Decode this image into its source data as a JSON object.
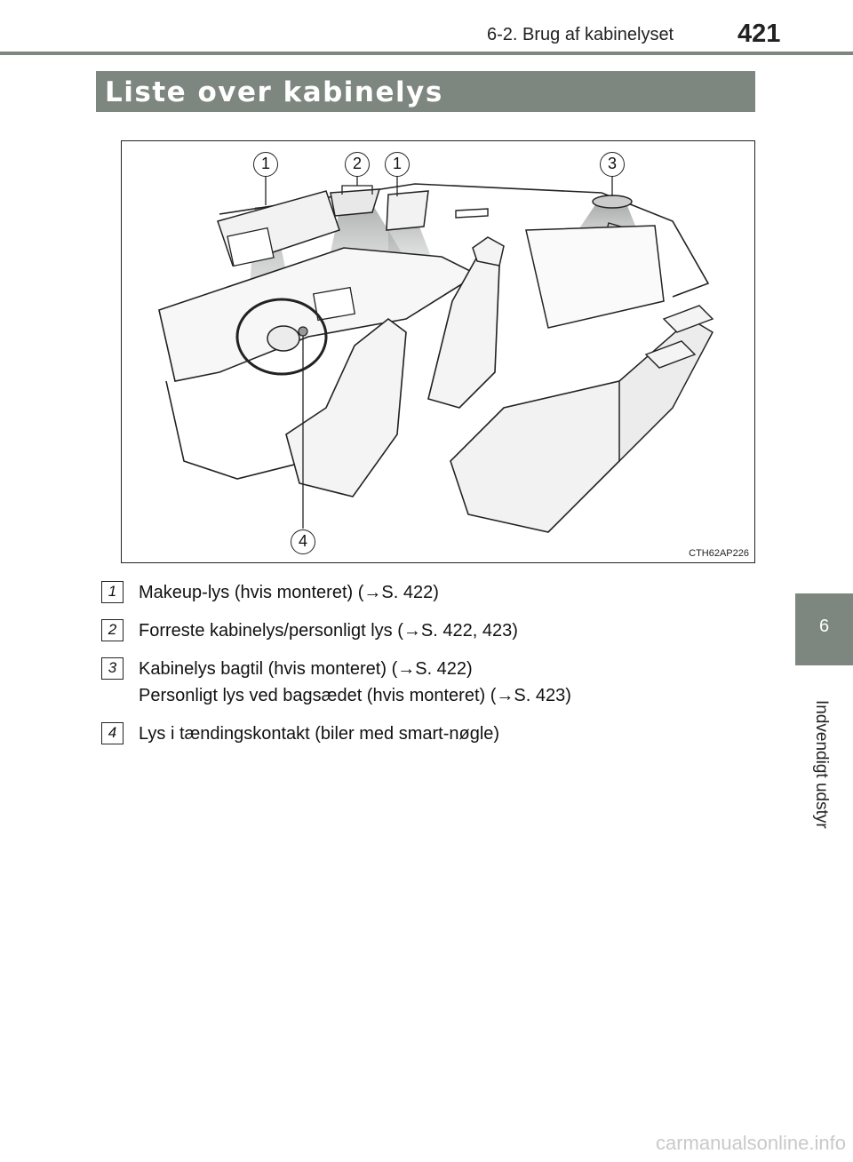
{
  "header": {
    "section": "6-2. Brug af kabinelyset",
    "page_number": "421"
  },
  "title": "Liste over kabinelys",
  "figure": {
    "code": "CTH62AP226",
    "callouts": [
      "1",
      "2",
      "1",
      "3",
      "4"
    ]
  },
  "items": [
    {
      "marker": "1",
      "lines": [
        "Makeup-lys (hvis monteret) (→S. 422)"
      ]
    },
    {
      "marker": "2",
      "lines": [
        "Forreste kabinelys/personligt lys (→S. 422, 423)"
      ]
    },
    {
      "marker": "3",
      "lines": [
        "Kabinelys bagtil (hvis monteret) (→S. 422)",
        "Personligt lys ved bagsædet (hvis monteret) (→S. 423)"
      ]
    },
    {
      "marker": "4",
      "lines": [
        "Lys i tændingskontakt (biler med smart-nøgle)"
      ]
    }
  ],
  "side_tab": {
    "number": "6",
    "label": "Indvendigt udstyr"
  },
  "watermark": "carmanualsonline.info",
  "colors": {
    "accent_gray": "#7e8680"
  }
}
